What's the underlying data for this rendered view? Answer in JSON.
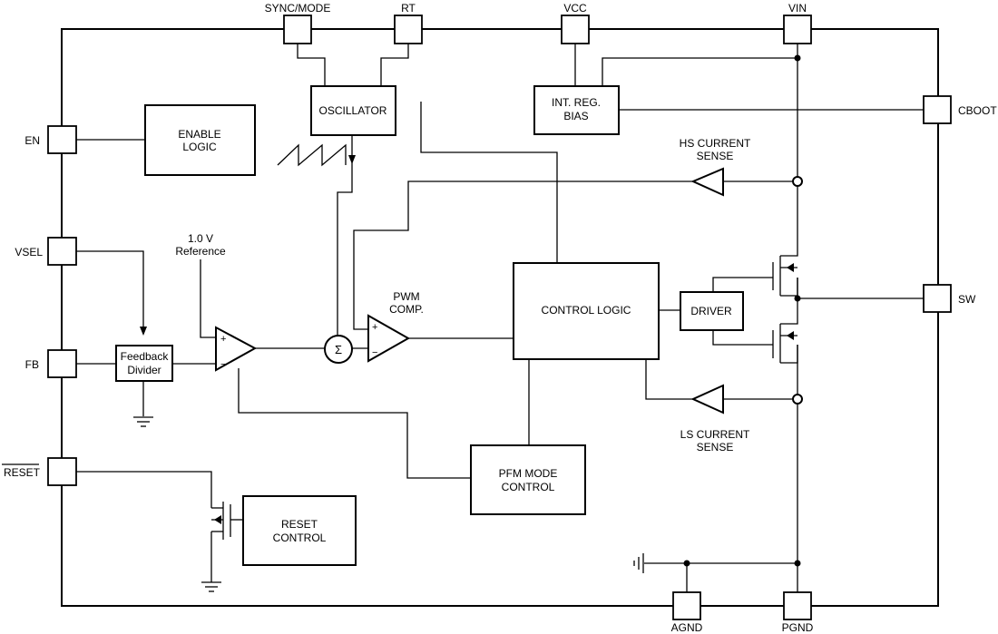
{
  "pins": {
    "sync_mode": "SYNC/MODE",
    "rt": "RT",
    "vcc": "VCC",
    "vin": "VIN",
    "en": "EN",
    "vsel": "VSEL",
    "fb": "FB",
    "reset": "RESET",
    "cboot": "CBOOT",
    "sw": "SW",
    "agnd": "AGND",
    "pgnd": "PGND"
  },
  "blocks": {
    "oscillator": "OSCILLATOR",
    "int_reg_bias": [
      "INT. REG.",
      "BIAS"
    ],
    "enable_logic": [
      "ENABLE",
      "LOGIC"
    ],
    "feedback_divider": [
      "Feedback",
      "Divider"
    ],
    "control_logic": "CONTROL LOGIC",
    "driver": "DRIVER",
    "pfm_mode_control": [
      "PFM MODE",
      "CONTROL"
    ],
    "reset_control": [
      "RESET",
      "CONTROL"
    ]
  },
  "labels": {
    "reference": [
      "1.0 V",
      "Reference"
    ],
    "pwm_comp": [
      "PWM",
      "COMP."
    ],
    "hs_current_sense": [
      "HS CURRENT",
      "SENSE"
    ],
    "ls_current_sense": [
      "LS CURRENT",
      "SENSE"
    ],
    "sigma": "Σ",
    "plus": "+",
    "minus": "−"
  }
}
